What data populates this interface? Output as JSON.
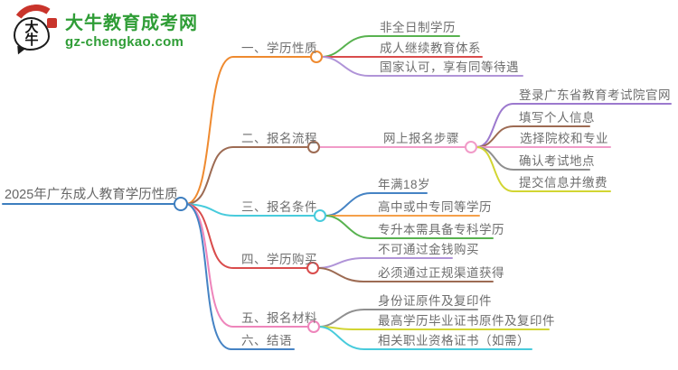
{
  "logo": {
    "icon_chars": "大牛",
    "brand": "大牛教育成考网",
    "domain": "gz-chengkao.com",
    "brand_color": "#2f9d36",
    "seal_color": "#c9342b"
  },
  "root": {
    "label": "2025年广东成人教育学历性质",
    "color": "#3d7ebf"
  },
  "branches": [
    {
      "label": "一、学历性质",
      "color": "#ef8a2f",
      "children": [
        {
          "label": "非全日制学历",
          "color": "#58b24f"
        },
        {
          "label": "成人继续教育体系",
          "color": "#d94c4c"
        },
        {
          "label": "国家认可，享有同等待遇",
          "color": "#b094d8"
        }
      ]
    },
    {
      "label": "二、报名流程",
      "color": "#9d6b53",
      "children": [
        {
          "label": "网上报名步骤",
          "color": "#f19bc8",
          "children": [
            {
              "label": "登录广东省教育考试院官网",
              "color": "#9c79ce"
            },
            {
              "label": "填写个人信息",
              "color": "#9d6b53"
            },
            {
              "label": "选择院校和专业",
              "color": "#f19bc8"
            },
            {
              "label": "确认考试地点",
              "color": "#8f8f8f"
            },
            {
              "label": "提交信息并缴费",
              "color": "#d2d532"
            }
          ]
        }
      ]
    },
    {
      "label": "三、报名条件",
      "color": "#48cbdc",
      "children": [
        {
          "label": "年满18岁",
          "color": "#4583c4"
        },
        {
          "label": "高中或中专同等学历",
          "color": "#f5a04a"
        },
        {
          "label": "专升本需具备专科学历",
          "color": "#58b24f"
        }
      ]
    },
    {
      "label": "四、学历购买",
      "color": "#d94c4c",
      "children": [
        {
          "label": "不可通过金钱购买",
          "color": "#b094d8"
        },
        {
          "label": "必须通过正规渠道获得",
          "color": "#9d6b53"
        }
      ]
    },
    {
      "label": "五、报名材料",
      "color": "#ee85bb",
      "children": [
        {
          "label": "身份证原件及复印件",
          "color": "#8f8f8f"
        },
        {
          "label": "最高学历毕业证书原件及复印件",
          "color": "#d2d532"
        },
        {
          "label": "相关职业资格证书（如需）",
          "color": "#48cbdc"
        }
      ]
    },
    {
      "label": "六、结语",
      "color": "#4583c4",
      "children": []
    }
  ]
}
